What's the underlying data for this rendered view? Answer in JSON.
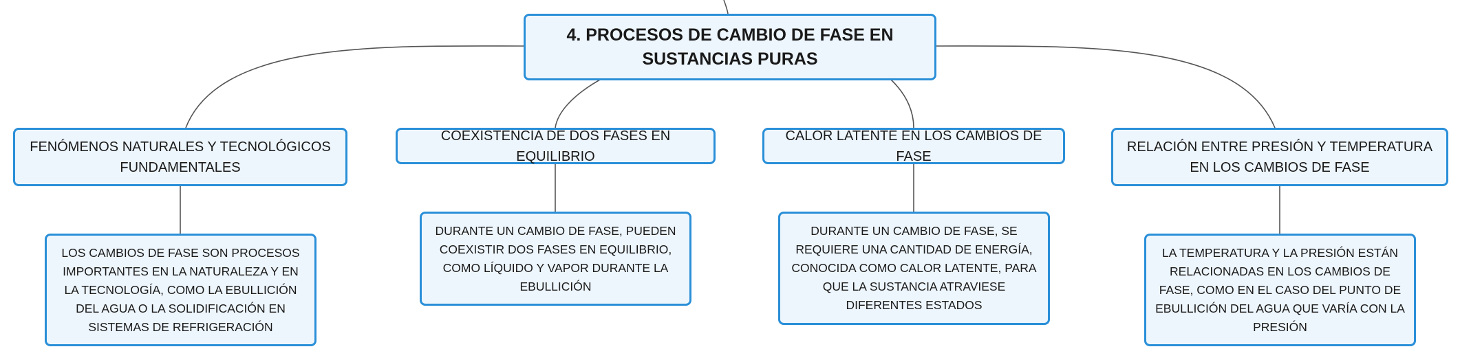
{
  "root": {
    "label": "4. PROCESOS DE CAMBIO DE FASE EN SUSTANCIAS PURAS"
  },
  "branches": [
    {
      "label": "FENÓMENOS NATURALES Y TECNOLÓGICOS FUNDAMENTALES",
      "detail": "LOS CAMBIOS DE FASE SON PROCESOS IMPORTANTES EN LA NATURALEZA Y EN LA TECNOLOGÍA, COMO LA EBULLICIÓN DEL AGUA O LA SOLIDIFICACIÓN EN SISTEMAS DE REFRIGERACIÓN"
    },
    {
      "label": "COEXISTENCIA DE DOS FASES EN EQUILIBRIO",
      "detail": "DURANTE UN CAMBIO DE FASE, PUEDEN COEXISTIR DOS FASES EN EQUILIBRIO, COMO LÍQUIDO Y VAPOR DURANTE LA EBULLICIÓN"
    },
    {
      "label": "CALOR LATENTE EN LOS CAMBIOS DE FASE",
      "detail": "DURANTE UN CAMBIO DE FASE, SE REQUIERE UNA CANTIDAD DE ENERGÍA, CONOCIDA COMO CALOR LATENTE, PARA QUE LA SUSTANCIA ATRAVIESE DIFERENTES ESTADOS"
    },
    {
      "label": "RELACIÓN ENTRE PRESIÓN Y TEMPERATURA EN LOS CAMBIOS DE FASE",
      "detail": "LA TEMPERATURA Y LA PRESIÓN ESTÁN RELACIONADAS EN LOS CAMBIOS DE FASE, COMO EN EL CASO DEL PUNTO DE EBULLICIÓN DEL AGUA QUE VARÍA CON LA PRESIÓN"
    }
  ],
  "colors": {
    "node_border": "#2a8fd8",
    "node_fill": "#eef6fd",
    "connector": "#555555",
    "text": "#1a1a1a"
  }
}
